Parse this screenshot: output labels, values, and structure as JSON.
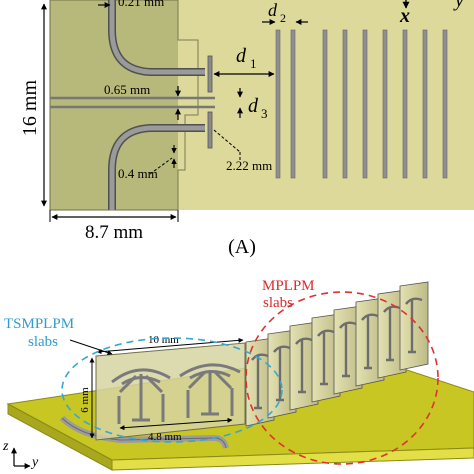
{
  "panel_a": {
    "label": "(A)",
    "dims": {
      "height": "16 mm",
      "width": "8.7 mm",
      "gap_0_65": "0.65 mm",
      "gap_0_4": "0.4 mm",
      "gap_2_22": "2.22 mm",
      "top_partial": "0.21 mm"
    },
    "vars": {
      "d1_base": "d",
      "d1_sub": "1",
      "d2_base": "d",
      "d2_sub": "2",
      "d3_base": "d",
      "d3_sub": "3",
      "axis_x": "x",
      "axis_y": "y"
    }
  },
  "panel_b": {
    "mplpm_line1": "MPLPM",
    "mplpm_line2": "slabs",
    "tsmplpm_line1": "TSMPLPM",
    "tsmplpm_line2": "slabs",
    "dim_10": "10 mm",
    "dim_6": "6 mm",
    "dim_4_8": "4.8 mm",
    "axis_z": "z",
    "axis_y": "y"
  },
  "colors": {
    "substrate_dark": "#b7b97a",
    "substrate_light": "#dcd99a",
    "strip": "#8e8e8e",
    "board3d": "#c8c623",
    "red_dash": "#e03131",
    "blue_dash": "#35a7d6"
  }
}
